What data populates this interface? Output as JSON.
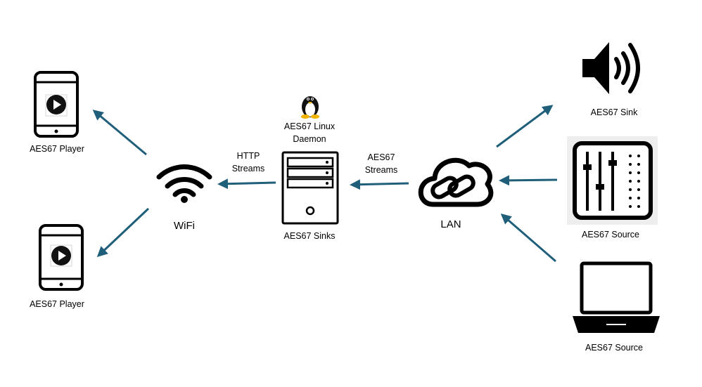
{
  "nodes": {
    "player_top": {
      "label": "AES67 Player",
      "icon": "smartphone-play-icon"
    },
    "player_bottom": {
      "label": "AES67 Player",
      "icon": "smartphone-play-icon"
    },
    "wifi": {
      "label": "WiFi",
      "icon": "wifi-icon"
    },
    "daemon": {
      "line1": "AES67 Linux",
      "line2": "Daemon",
      "icon": "linux-penguin-icon"
    },
    "sinks": {
      "label": "AES67 Sinks",
      "icon": "server-icon"
    },
    "lan": {
      "label": "LAN",
      "icon": "cloud-link-icon"
    },
    "sink": {
      "label": "AES67 Sink",
      "icon": "speaker-icon"
    },
    "source_mixer": {
      "label": "AES67 Source",
      "icon": "mixer-icon"
    },
    "source_laptop": {
      "label": "AES67 Source",
      "icon": "laptop-icon"
    }
  },
  "edges": {
    "http": {
      "line1": "HTTP",
      "line2": "Streams"
    },
    "aes67": {
      "line1": "AES67",
      "line2": "Streams"
    }
  },
  "colors": {
    "arrow": "#1f5f7a",
    "icon": "#000000"
  }
}
